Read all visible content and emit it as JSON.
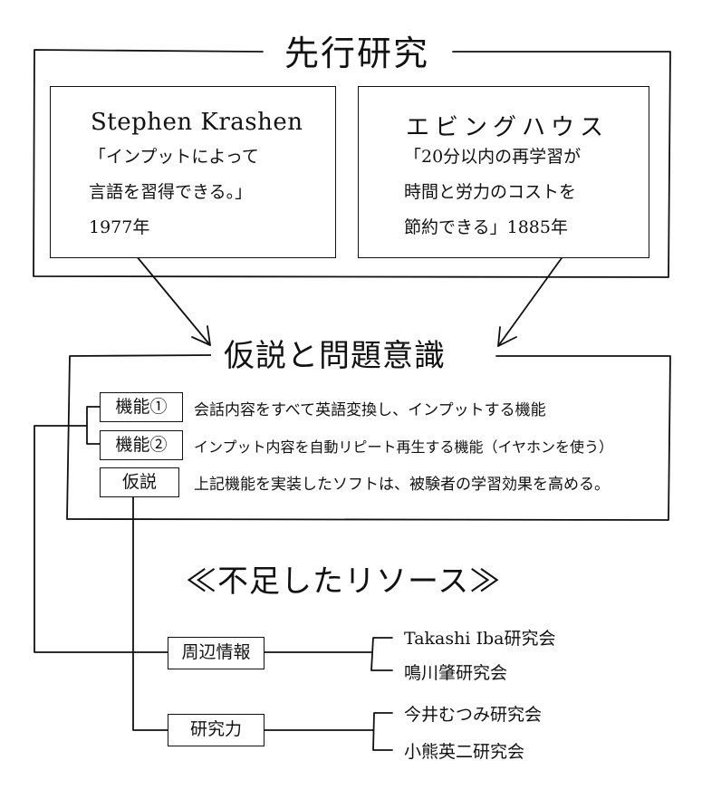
{
  "prior_research": {
    "title": "先行研究",
    "cards": [
      {
        "name": "Stephen Krashen",
        "lines": [
          "「インプットによって",
          "言語を習得できる。」",
          "1977年"
        ]
      },
      {
        "name": "エビングハウス",
        "lines": [
          "「20分以内の再学習が",
          "時間と労力のコストを",
          "節約できる」1885年"
        ]
      }
    ]
  },
  "hypothesis": {
    "title": "仮説と問題意識",
    "rows": [
      {
        "label": "機能①",
        "text": "会話内容をすべて英語変換し、インプットする機能"
      },
      {
        "label": "機能②",
        "text": "インプット内容を自動リピート再生する機能（イヤホンを使う）"
      },
      {
        "label": "仮説",
        "text": "上記機能を実装したソフトは、被験者の学習効果を高める。"
      }
    ]
  },
  "resources": {
    "title": "≪不足したリソース≫",
    "groups": [
      {
        "label": "周辺情報",
        "items": [
          "Takashi Iba研究会",
          "鳴川肇研究会"
        ]
      },
      {
        "label": "研究力",
        "items": [
          "今井むつみ研究会",
          "小熊英二研究会"
        ]
      }
    ]
  }
}
